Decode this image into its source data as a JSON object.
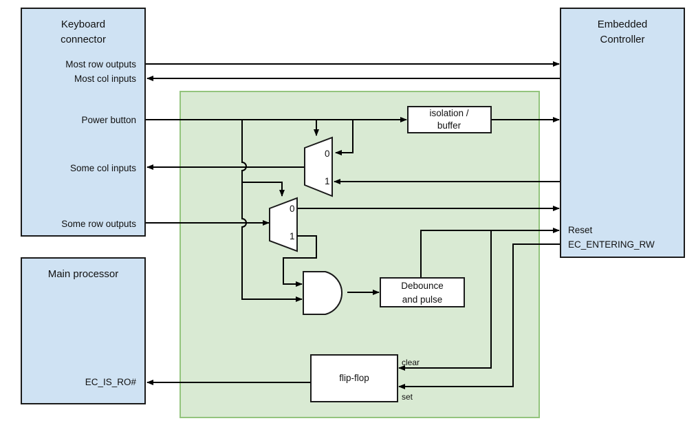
{
  "blocks": {
    "keyboard": {
      "line1": "Keyboard",
      "line2": "connector"
    },
    "ec": {
      "line1": "Embedded",
      "line2": "Controller"
    },
    "main": {
      "title": "Main processor"
    }
  },
  "signals": {
    "most_row_outputs": "Most row outputs",
    "most_col_inputs": "Most col inputs",
    "power_button": "Power button",
    "some_col_inputs": "Some col inputs",
    "some_row_outputs": "Some row outputs",
    "ec_is_ro": "EC_IS_RO#",
    "reset": "Reset",
    "ec_entering_rw": "EC_ENTERING_RW"
  },
  "logic": {
    "isolation_line1": "isolation /",
    "isolation_line2": "buffer",
    "mux_in0": "0",
    "mux_in1": "1",
    "debounce_line1": "Debounce",
    "debounce_line2": "and pulse",
    "flipflop": "flip-flop",
    "clear": "clear",
    "set": "set"
  },
  "colors": {
    "block_fill": "#cfe2f3",
    "logic_area_fill": "#d9ead3",
    "logic_area_border": "#93c47d"
  }
}
